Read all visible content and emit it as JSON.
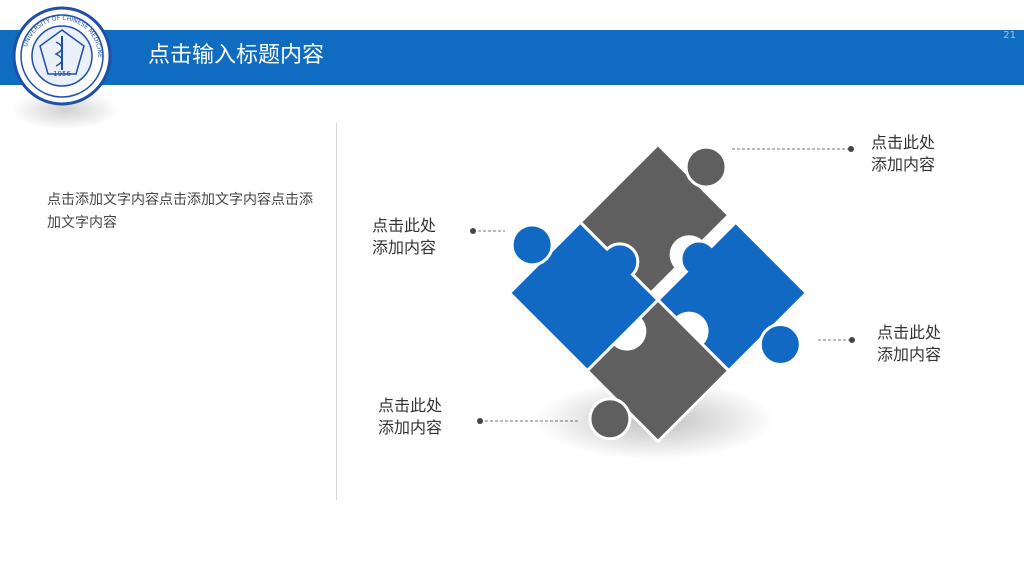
{
  "header": {
    "title": "点击输入标题内容",
    "slide_number": "21",
    "accent": "#0f6cc0"
  },
  "logo": {
    "name": "university-emblem",
    "year": "1956"
  },
  "left_panel": {
    "text": "点击添加文字内容点击添加文字内容点击添加文字内容"
  },
  "callouts": [
    {
      "line1": "点击此处",
      "line2": "添加内容"
    },
    {
      "line1": "点击此处",
      "line2": "添加内容"
    },
    {
      "line1": "点击此处",
      "line2": "添加内容"
    },
    {
      "line1": "点击此处",
      "line2": "添加内容"
    }
  ],
  "colors": {
    "blue_piece": "#1169c4",
    "gray_piece": "#5f5f5f",
    "connector": "#555555"
  }
}
